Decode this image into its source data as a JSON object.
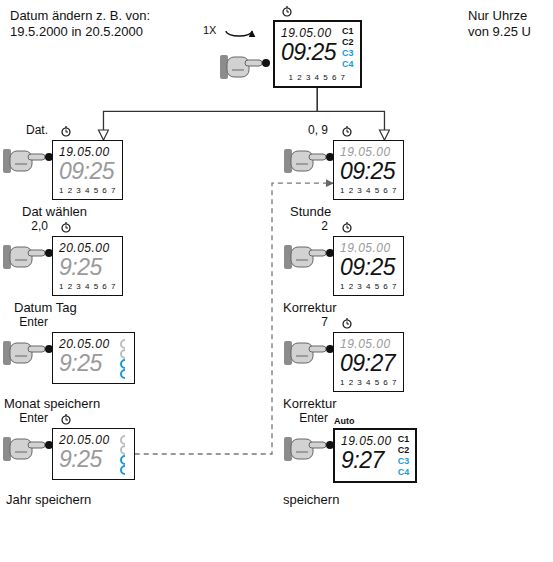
{
  "diagram": {
    "nodes": [
      {
        "text": [
          "19.05.00",
          "09:25",
          "C1",
          "C2",
          "C3",
          "C4",
          "1 2 3 4 5 6 7"
        ]
      },
      {
        "text": [
          "19.05.00",
          "09:25",
          "1 2 3 4 5 6 7"
        ]
      },
      {
        "text": [
          "20.05.00",
          "9:25",
          "1 2 3 4 5 6 7"
        ]
      },
      {
        "text": [
          "20.05.00",
          "9:25"
        ]
      },
      {
        "text": [
          "20.05.00",
          "9:25"
        ]
      },
      {
        "text": [
          "19.05.00",
          "09:25",
          "1 2 3 4 5 6 7"
        ]
      },
      {
        "text": [
          "19.05.00",
          "09:25",
          "1 2 3 4 5 6 7"
        ]
      },
      {
        "text": [
          "19.05.00",
          "09:27",
          "1 2 3 4 5 6 7"
        ]
      },
      {
        "text": [
          "Auto",
          "19.05.00",
          "9:27",
          "C1",
          "C2",
          "C3",
          "C4"
        ]
      }
    ],
    "edges": [
      {
        "from": 0,
        "to": 1,
        "arrow": "to"
      },
      {
        "from": 0,
        "to": 5,
        "arrow": "to"
      },
      {
        "from": 4,
        "to": 5,
        "arrow": "to"
      }
    ],
    "labels": [
      "Datum ändern z. B. von: 19.5.2000 in 20.5.2000",
      "Nur Uhrze von 9.25 U",
      "1X",
      "Dat.",
      "Dat wählen",
      "2,0",
      "Datum Tag",
      "Enter",
      "Monat speichern",
      "Enter",
      "Jahr speichern",
      "0, 9",
      "Stunde",
      "2",
      "Korrektur",
      "7",
      "Korrektur",
      "Enter",
      "speichern"
    ]
  }
}
